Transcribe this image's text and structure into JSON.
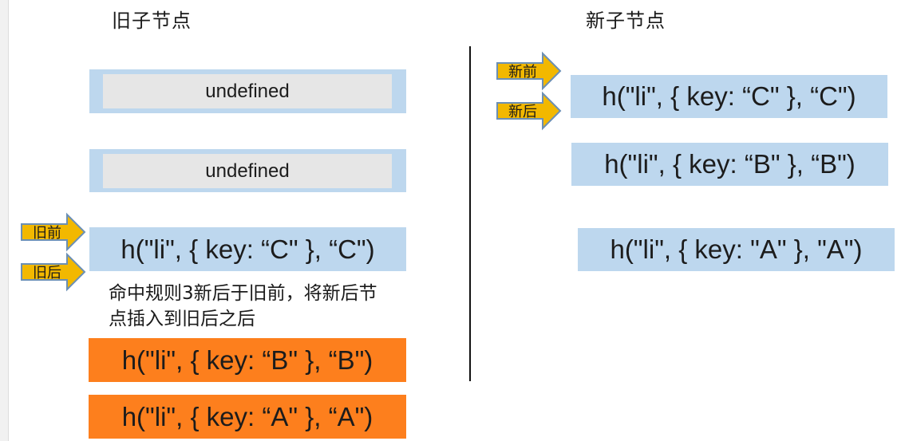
{
  "headings": {
    "old": "旧子节点",
    "new": "新子节点"
  },
  "old_children": [
    {
      "text": "undefined",
      "state": "placeholder"
    },
    {
      "text": "undefined",
      "state": "placeholder"
    },
    {
      "text": "h(\"li\", { key: “C\" }, “C\")",
      "state": "pending"
    },
    {
      "text": "h(\"li\", { key: “B\" }, “B\")",
      "state": "moved"
    },
    {
      "text": "h(\"li\", { key: “A\" }, “A\")",
      "state": "moved"
    }
  ],
  "new_children": [
    {
      "text": "h(\"li\", { key: “C\" }, “C\")"
    },
    {
      "text": "h(\"li\", { key: “B\" }, “B\")"
    },
    {
      "text": "h(\"li\", { key: \"A\" }, \"A\")"
    }
  ],
  "pointers": {
    "old_start": "旧前",
    "old_end": "旧后",
    "new_start": "新前",
    "new_end": "新后"
  },
  "note": "命中规则3新后于旧前，将新后节点插入到旧后之后",
  "colors": {
    "pending_node": "#bdd7ee",
    "moved_node": "#fd7f1d",
    "placeholder_fill": "#e6e6e6",
    "pointer_fill": "#f2b800",
    "pointer_stroke": "#6b8fb5"
  }
}
